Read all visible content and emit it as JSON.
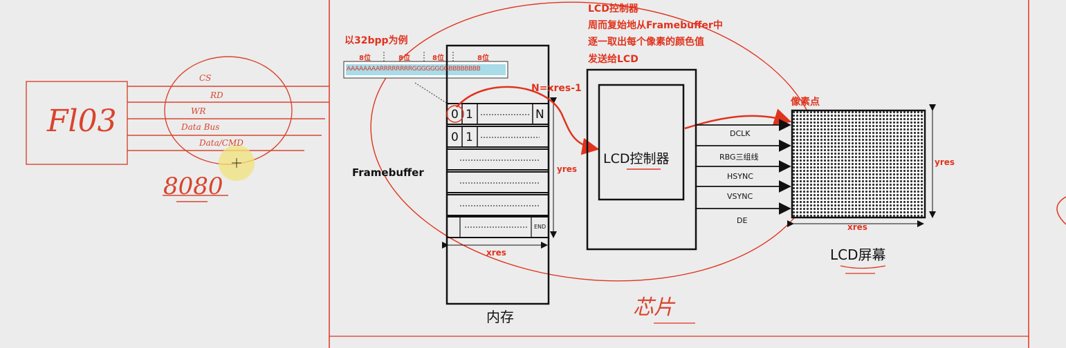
{
  "left_sketch": {
    "chip_label": "Fl03",
    "signals": [
      "CS",
      "RD",
      "WR",
      "Data Bus",
      "Data/CMD"
    ],
    "bus_name": "8080"
  },
  "example_title": "以32bpp为例",
  "pixel_format": {
    "bit_labels": [
      "8位",
      "8位",
      "8位",
      "8位"
    ],
    "bits_text": "AAAAAAAARRRRRRRRGGGGGGGGBBBBBBBB"
  },
  "framebuffer": {
    "label": "Framebuffer",
    "row0": [
      "0",
      "1",
      "N"
    ],
    "row1": [
      "0",
      "1"
    ],
    "end_label": "END",
    "n_label": "N=xres-1",
    "yres_label": "yres",
    "xres_label": "xres",
    "memory_label": "内存"
  },
  "controller": {
    "title_lines": [
      "LCD控制器",
      "周而复始地从Framebuffer中",
      "逐一取出每个像素的颜色值",
      "发送给LCD"
    ],
    "box_label": "LCD控制器",
    "chip_note": "芯片"
  },
  "signals": [
    "DCLK",
    "RBG三组线",
    "HSYNC",
    "VSYNC",
    "DE"
  ],
  "screen": {
    "pixel_label": "像素点",
    "yres_label": "yres",
    "xres_label": "xres",
    "name": "LCD屏幕"
  },
  "colors": {
    "annotation_red": "#e0331e",
    "outline": "#111111",
    "pixel_bar_fill": "#a9dbe8"
  }
}
